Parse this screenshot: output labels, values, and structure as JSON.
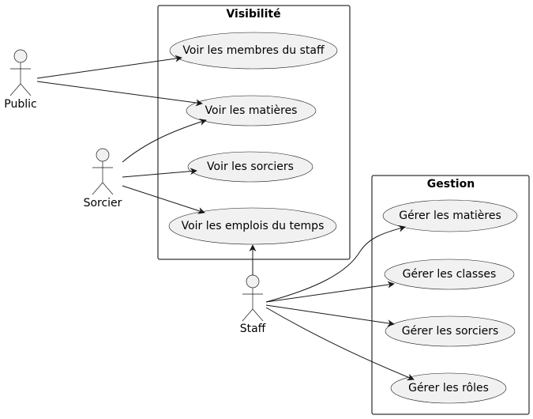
{
  "packages": {
    "visibilite": {
      "title": "Visibilité"
    },
    "gestion": {
      "title": "Gestion"
    }
  },
  "actors": {
    "public": {
      "label": "Public"
    },
    "sorcier": {
      "label": "Sorcier"
    },
    "staff": {
      "label": "Staff"
    }
  },
  "usecases": {
    "voir_staff": "Voir les membres du staff",
    "voir_matieres": "Voir les matières",
    "voir_sorciers": "Voir les sorciers",
    "voir_emplois": "Voir les emplois du temps",
    "gerer_matieres": "Gérer les matières",
    "gerer_classes": "Gérer les classes",
    "gerer_sorciers": "Gérer les sorciers",
    "gerer_roles": "Gérer les rôles"
  },
  "colors": {
    "usecase_fill": "#f1f1f1",
    "stroke": "#181818",
    "background": "#ffffff"
  }
}
